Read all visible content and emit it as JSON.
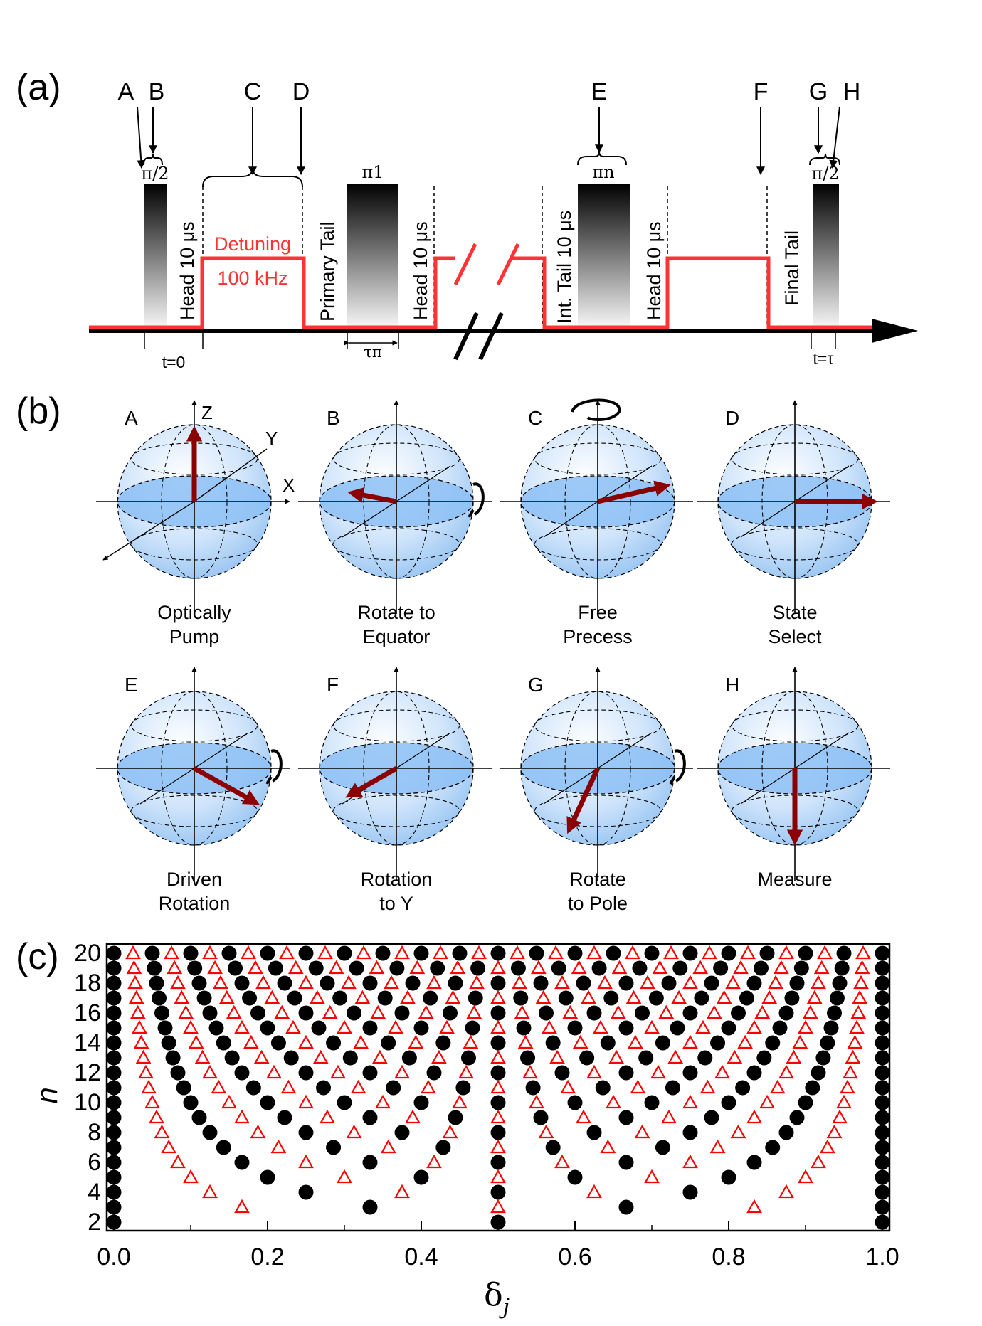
{
  "panels": {
    "a": "(a)",
    "b": "(b)",
    "c": "(c)"
  },
  "timing": {
    "event_labels": [
      "A",
      "B",
      "C",
      "D",
      "E",
      "F",
      "G",
      "H"
    ],
    "pulse_pi2_left": "π/2",
    "pulse_pi1": "π1",
    "pulse_pin": "πn",
    "pulse_pi2_right": "π/2",
    "head_1": "Head 10 μs",
    "head_2": "Head 10 μs",
    "head_3": "Head 10 μs",
    "detuning": "Detuning",
    "detuning_value": "100 kHz",
    "primary_tail": "Primary Tail",
    "int_tail": "Int. Tail 10 μs",
    "final_tail": "Final Tail",
    "t_zero": "t=0",
    "t_tau": "t=τ",
    "tau_pi": "τπ",
    "colors": {
      "detuning_line": "#ff3333",
      "axis": "#000000"
    }
  },
  "bloch": {
    "axis_labels": {
      "z": "Z",
      "y": "Y",
      "x": "X"
    },
    "spheres": [
      {
        "id": "A",
        "caption_lines": [
          "Optically",
          "Pump"
        ],
        "vector_dir": "+z",
        "rotation": "none"
      },
      {
        "id": "B",
        "caption_lines": [
          "Rotate to",
          "Equator"
        ],
        "vector_dir": "-x (equator)",
        "rotation": "x-axis"
      },
      {
        "id": "C",
        "caption_lines": [
          "Free",
          "Precess"
        ],
        "vector_dir": "equator",
        "rotation": "z-axis"
      },
      {
        "id": "D",
        "caption_lines": [
          "State",
          "Select"
        ],
        "vector_dir": "+x",
        "rotation": "none"
      },
      {
        "id": "E",
        "caption_lines": [
          "Driven",
          "Rotation"
        ],
        "vector_dir": "equator",
        "rotation": "x-axis"
      },
      {
        "id": "F",
        "caption_lines": [
          "Rotation",
          "to Y"
        ],
        "vector_dir": "-y",
        "rotation": "none"
      },
      {
        "id": "G",
        "caption_lines": [
          "Rotate",
          "to Pole"
        ],
        "vector_dir": "below equator",
        "rotation": "x-axis"
      },
      {
        "id": "H",
        "caption_lines": [
          "Measure"
        ],
        "vector_dir": "-z",
        "rotation": "none"
      }
    ],
    "colors": {
      "sphere_light": "#e8f2ff",
      "sphere_mid": "#9fcaf6",
      "equator_fill": "#8cc0f4",
      "vector": "#8b0000"
    }
  },
  "chart_data": {
    "type": "scatter",
    "xlabel": "δj",
    "ylabel": "n",
    "xlim": [
      0.0,
      1.0
    ],
    "ylim": [
      2,
      20
    ],
    "xticks": [
      "0.0",
      "0.2",
      "0.4",
      "0.6",
      "0.8",
      "1.0"
    ],
    "yticks": [
      "2",
      "4",
      "6",
      "8",
      "10",
      "12",
      "14",
      "16",
      "18",
      "20"
    ],
    "series": [
      {
        "marker": "filled-circle",
        "color": "#000000",
        "rule": "δ = j/n, j = 0..n, n = 2..20"
      },
      {
        "marker": "open-triangle",
        "color": "#ff0000",
        "rule": "δ = (j+0.5)/n, j = 0..n-1, n = 3..20"
      }
    ]
  }
}
